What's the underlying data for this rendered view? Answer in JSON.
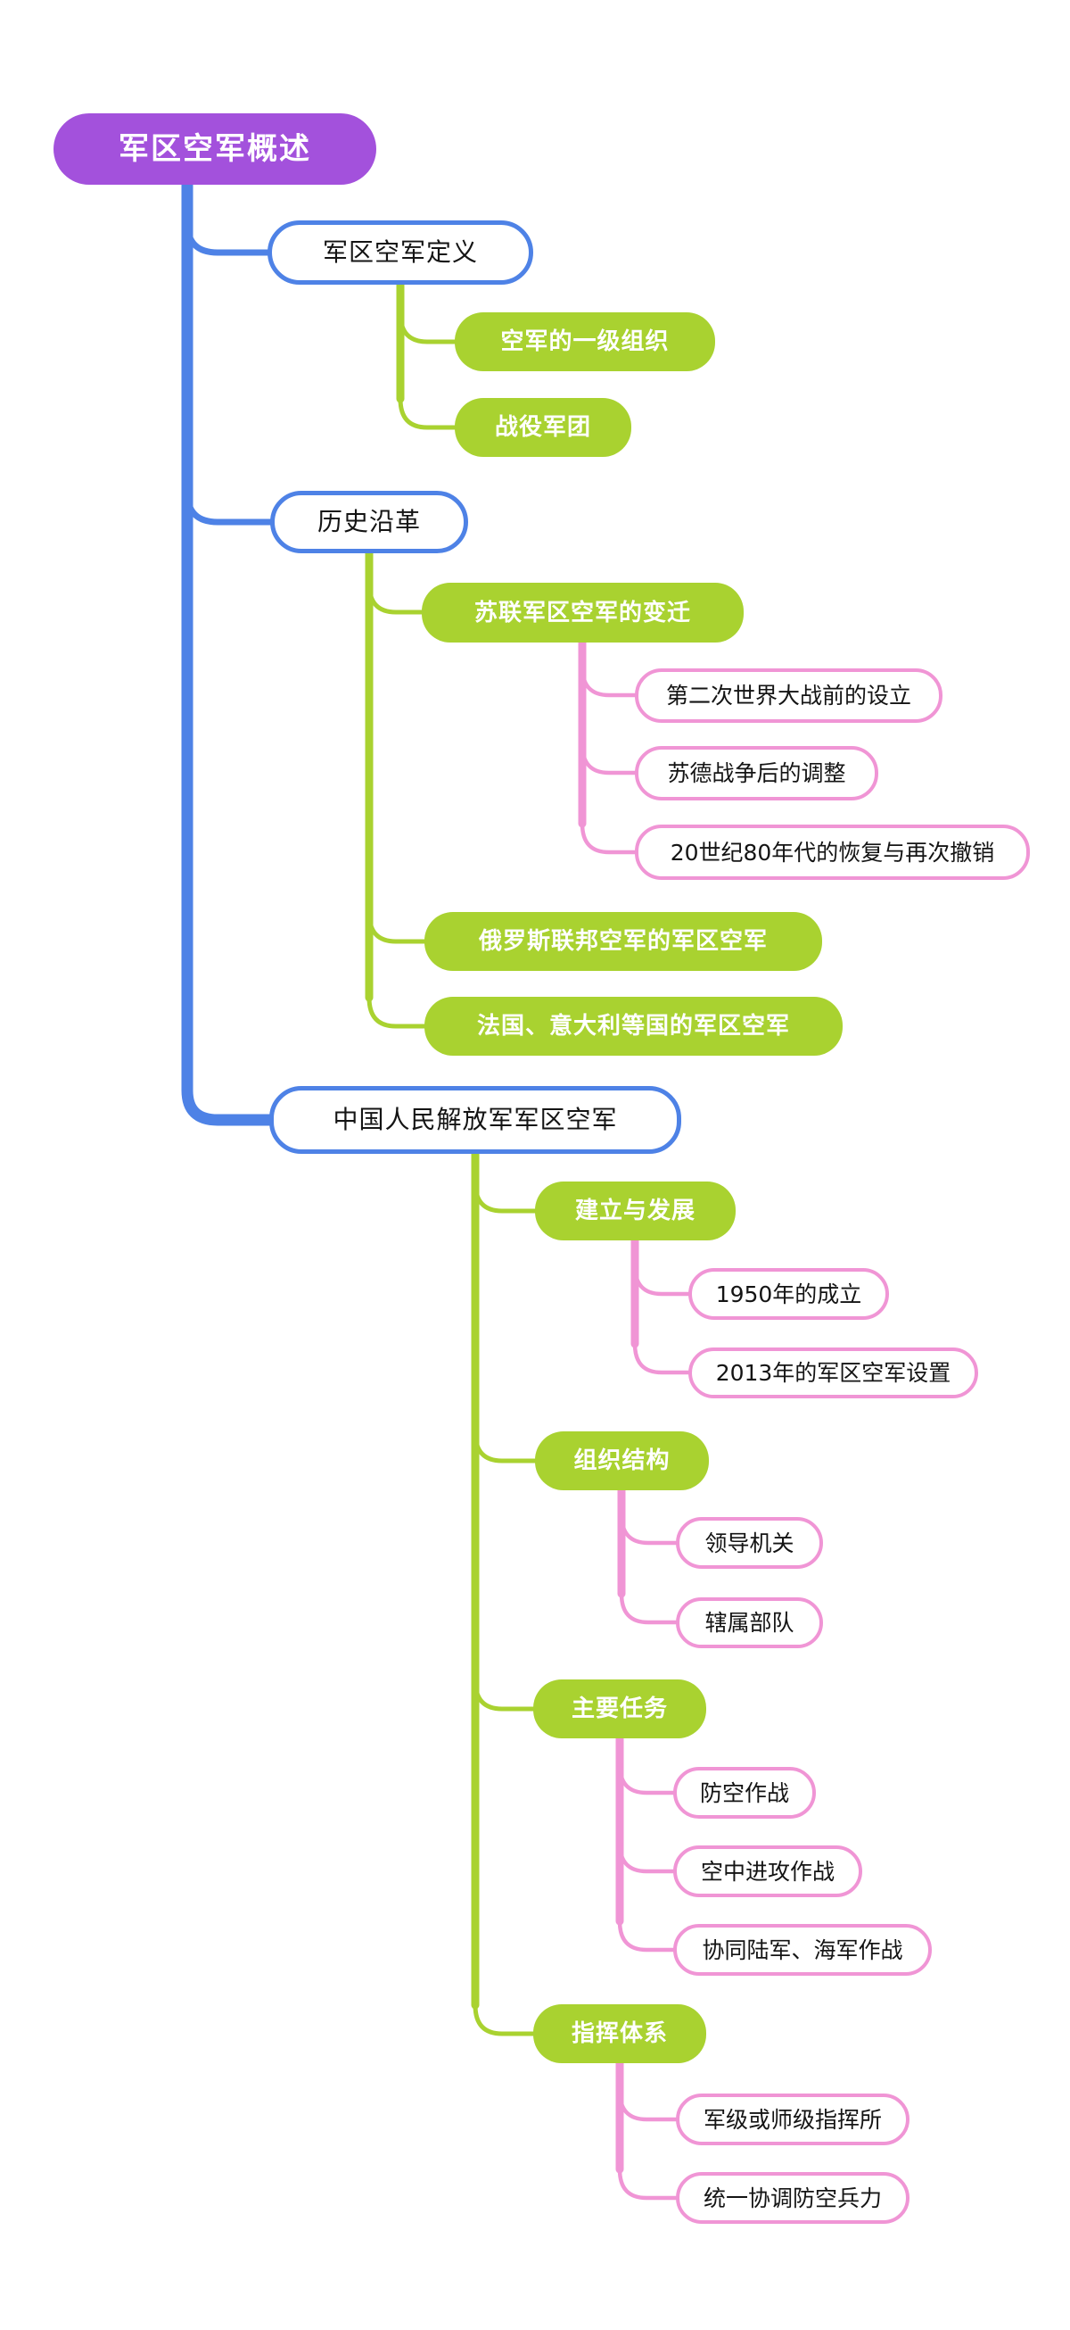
{
  "mindmap": {
    "root": {
      "label": "军区空军概述"
    },
    "topics": [
      {
        "label": "军区空军定义",
        "children": [
          {
            "label": "空军的一级组织"
          },
          {
            "label": "战役军团"
          }
        ]
      },
      {
        "label": "历史沿革",
        "children": [
          {
            "label": "苏联军区空军的变迁",
            "children": [
              {
                "label": "第二次世界大战前的设立"
              },
              {
                "label": "苏德战争后的调整"
              },
              {
                "label": "20世纪80年代的恢复与再次撤销"
              }
            ]
          },
          {
            "label": "俄罗斯联邦空军的军区空军"
          },
          {
            "label": "法国、意大利等国的军区空军"
          }
        ]
      },
      {
        "label": "中国人民解放军军区空军",
        "children": [
          {
            "label": "建立与发展",
            "children": [
              {
                "label": "1950年的成立"
              },
              {
                "label": "2013年的军区空军设置"
              }
            ]
          },
          {
            "label": "组织结构",
            "children": [
              {
                "label": "领导机关"
              },
              {
                "label": "辖属部队"
              }
            ]
          },
          {
            "label": "主要任务",
            "children": [
              {
                "label": "防空作战"
              },
              {
                "label": "空中进攻作战"
              },
              {
                "label": "协同陆军、海军作战"
              }
            ]
          },
          {
            "label": "指挥体系",
            "children": [
              {
                "label": "军级或师级指挥所"
              },
              {
                "label": "统一协调防空兵力"
              }
            ]
          }
        ]
      }
    ],
    "colors": {
      "root_fill": "#A351DC",
      "branch_blue": "#4E82E6",
      "node_green": "#A9D230",
      "node_pink": "#F095D5",
      "text_dark": "#141414",
      "text_light": "#FFFFFF",
      "background": "#FFFFFF"
    }
  }
}
